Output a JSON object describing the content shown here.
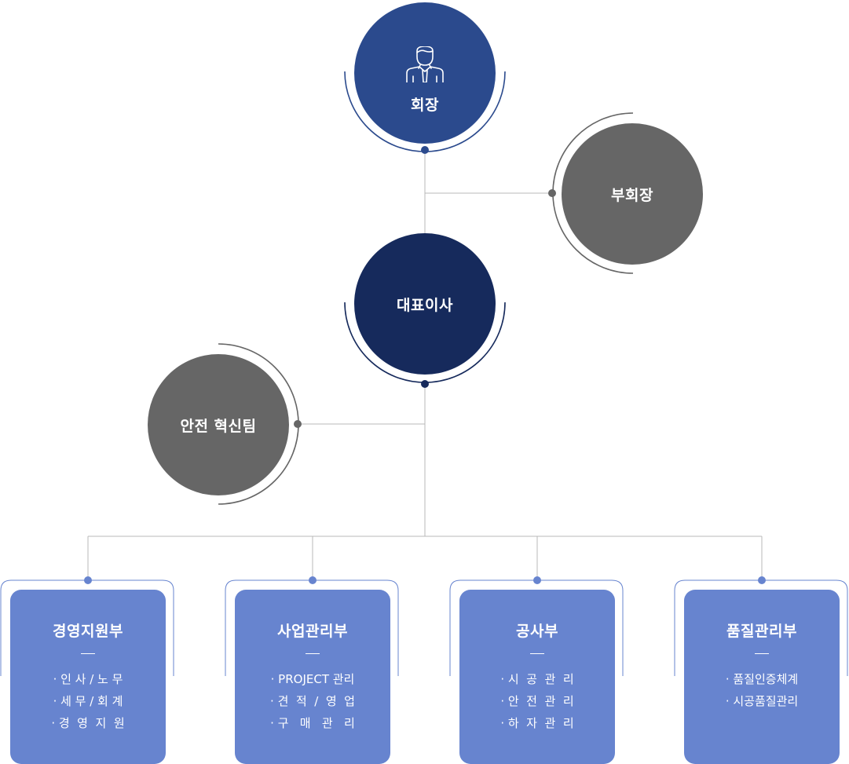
{
  "nodes": {
    "chairman": {
      "label": "회장",
      "icon": "businessman-icon",
      "color": "#2b4a8d"
    },
    "vice_chairman": {
      "label": "부회장",
      "color": "#666666"
    },
    "ceo": {
      "label": "대표이사",
      "color": "#162a5c"
    },
    "safety_team": {
      "label": "안전 혁신팀",
      "color": "#666666"
    }
  },
  "departments": [
    {
      "title": "경영지원부",
      "items": [
        "· 인 사 / 노 무",
        "· 세 무 / 회 계",
        "· 경  영  지  원"
      ]
    },
    {
      "title": "사업관리부",
      "items": [
        "· PROJECT 관리",
        "· 견  적  /  영  업",
        "· 구   매   관   리"
      ]
    },
    {
      "title": "공사부",
      "items": [
        "· 시  공  관  리",
        "· 안  전  관  리",
        "· 하  자  관  리"
      ]
    },
    {
      "title": "품질관리부",
      "items": [
        "· 품질인증체계",
        "· 시공품질관리"
      ]
    }
  ],
  "colors": {
    "department_box": "#6784cf",
    "connector": "#b8b8b8",
    "arc_blue": "#2b4a8d",
    "arc_gray": "#666666"
  }
}
